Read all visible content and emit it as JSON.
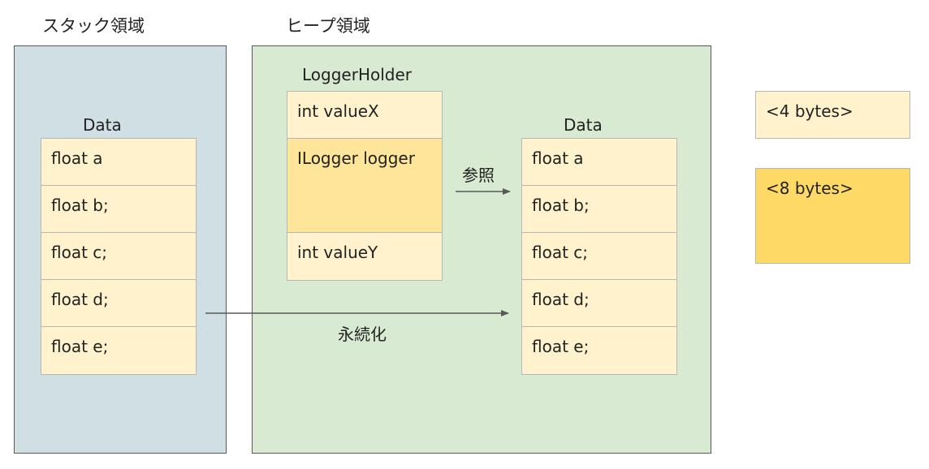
{
  "stack": {
    "heading": "スタック領域",
    "data_title": "Data",
    "fields": [
      "float a",
      "float b;",
      "float c;",
      "float d;",
      "float e;"
    ]
  },
  "heap": {
    "heading": "ヒープ領域",
    "logger_holder": {
      "title": "LoggerHolder",
      "field_x": "int valueX",
      "field_logger": "ILogger logger",
      "field_y": "int valueY"
    },
    "data_title": "Data",
    "fields": [
      "float a",
      "float b;",
      "float c;",
      "float d;",
      "float e;"
    ]
  },
  "arrows": {
    "reference_label": "参照",
    "persist_label": "永続化"
  },
  "legend": {
    "four_bytes": "<4 bytes>",
    "eight_bytes": "<8 bytes>"
  },
  "colors": {
    "stack_bg": "#d0dfe3",
    "heap_bg": "#d9ead3",
    "four_byte_cell": "#fff2cc",
    "eight_byte_cell": "#ffe599",
    "eight_byte_legend": "#ffd966"
  }
}
